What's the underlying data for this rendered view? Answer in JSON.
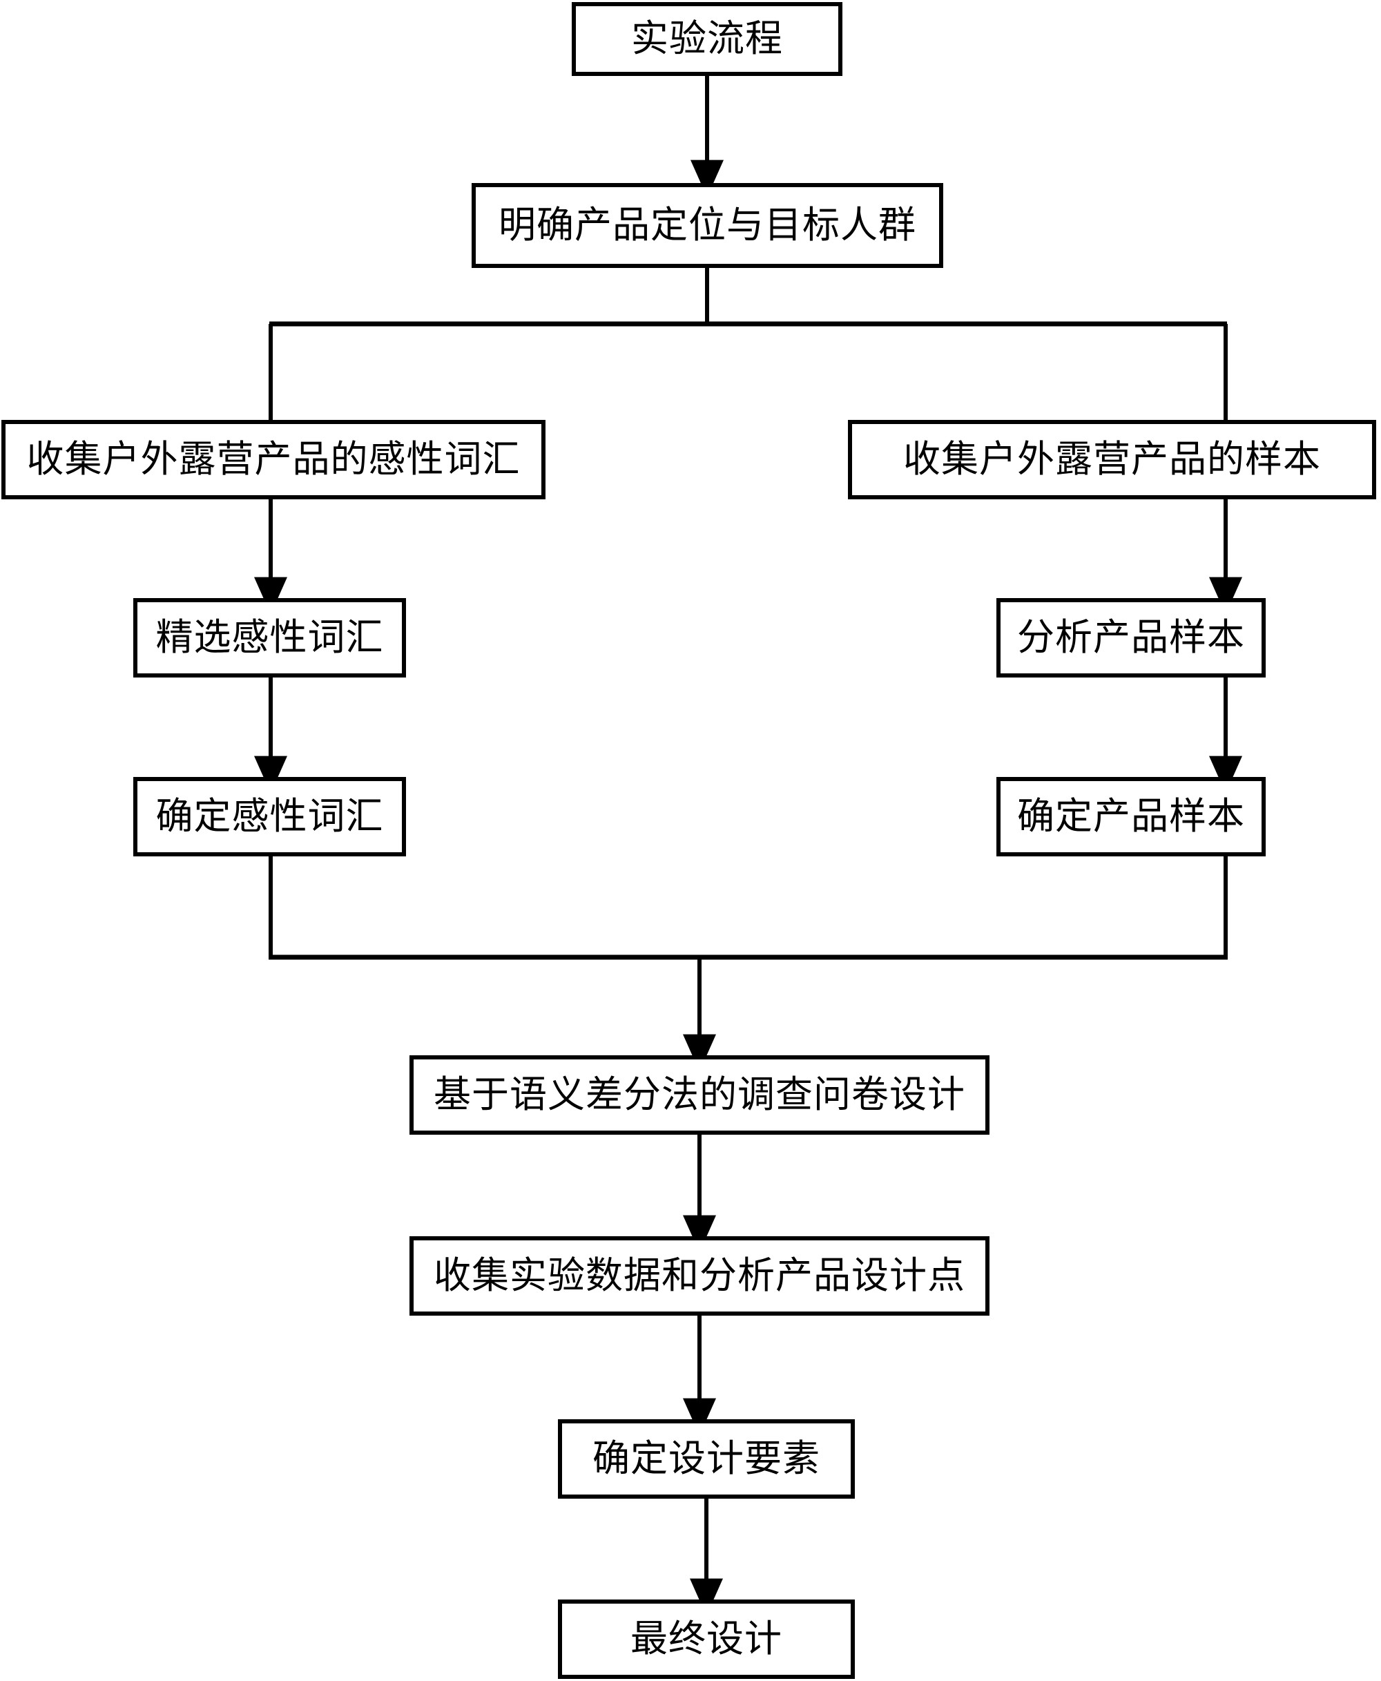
{
  "diagram": {
    "title": "实验流程",
    "type": "flowchart",
    "orientation": "top-to-bottom",
    "background_color": "#ffffff",
    "line_color": "#000000",
    "text_color": "#000000",
    "nodes": [
      {
        "id": "start",
        "label": "实验流程"
      },
      {
        "id": "position",
        "label": "明确产品定位与目标人群"
      },
      {
        "id": "words",
        "label": "收集户外露营产品的感性词汇"
      },
      {
        "id": "samples",
        "label": "收集户外露营产品的样本"
      },
      {
        "id": "refine",
        "label": "精选感性词汇"
      },
      {
        "id": "analyze",
        "label": "分析产品样本"
      },
      {
        "id": "confirmw",
        "label": "确定感性词汇"
      },
      {
        "id": "confirms",
        "label": "确定产品样本"
      },
      {
        "id": "survey",
        "label": "基于语义差分法的调查问卷设计"
      },
      {
        "id": "collect",
        "label": "收集实验数据和分析产品设计点"
      },
      {
        "id": "elements",
        "label": "确定设计要素"
      },
      {
        "id": "final",
        "label": "最终设计"
      }
    ],
    "edges": [
      {
        "from": "start",
        "to": "position",
        "arrow": true
      },
      {
        "from": "position",
        "to": "words",
        "arrow": false,
        "style": "split"
      },
      {
        "from": "position",
        "to": "samples",
        "arrow": false,
        "style": "split"
      },
      {
        "from": "words",
        "to": "refine",
        "arrow": true
      },
      {
        "from": "samples",
        "to": "analyze",
        "arrow": true
      },
      {
        "from": "refine",
        "to": "confirmw",
        "arrow": true
      },
      {
        "from": "analyze",
        "to": "confirms",
        "arrow": true
      },
      {
        "from": "confirmw",
        "to": "survey",
        "arrow": true,
        "style": "merge"
      },
      {
        "from": "confirms",
        "to": "survey",
        "arrow": true,
        "style": "merge"
      },
      {
        "from": "survey",
        "to": "collect",
        "arrow": true
      },
      {
        "from": "collect",
        "to": "elements",
        "arrow": true
      },
      {
        "from": "elements",
        "to": "final",
        "arrow": true
      }
    ]
  }
}
